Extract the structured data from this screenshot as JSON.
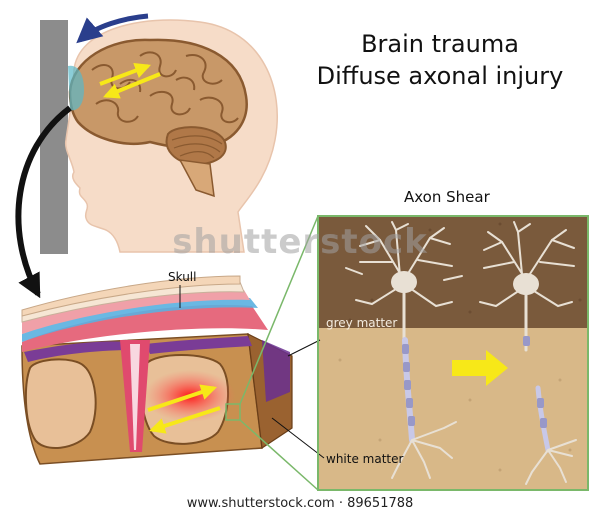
{
  "title": {
    "line1": "Brain trauma",
    "line2": "Diffuse axonal injury"
  },
  "labels": {
    "skull": "Skull",
    "axon_shear": "Axon Shear",
    "grey_matter": "grey matter",
    "white_matter": "white matter"
  },
  "watermark": "shutterstock",
  "footer": "www.shutterstock.com · 89651788",
  "colors": {
    "brain": "#c89868",
    "brain_dark": "#8a5a30",
    "skin": "#f6dcc8",
    "wall": "#8c8c8c",
    "grey_matter": "#7a5a3c",
    "white_matter": "#d8b888",
    "frame": "#7ab86a",
    "arrow_yellow": "#f7e818",
    "arrow_blue": "#2a3e8c",
    "hemorrhage": "#e02020"
  }
}
